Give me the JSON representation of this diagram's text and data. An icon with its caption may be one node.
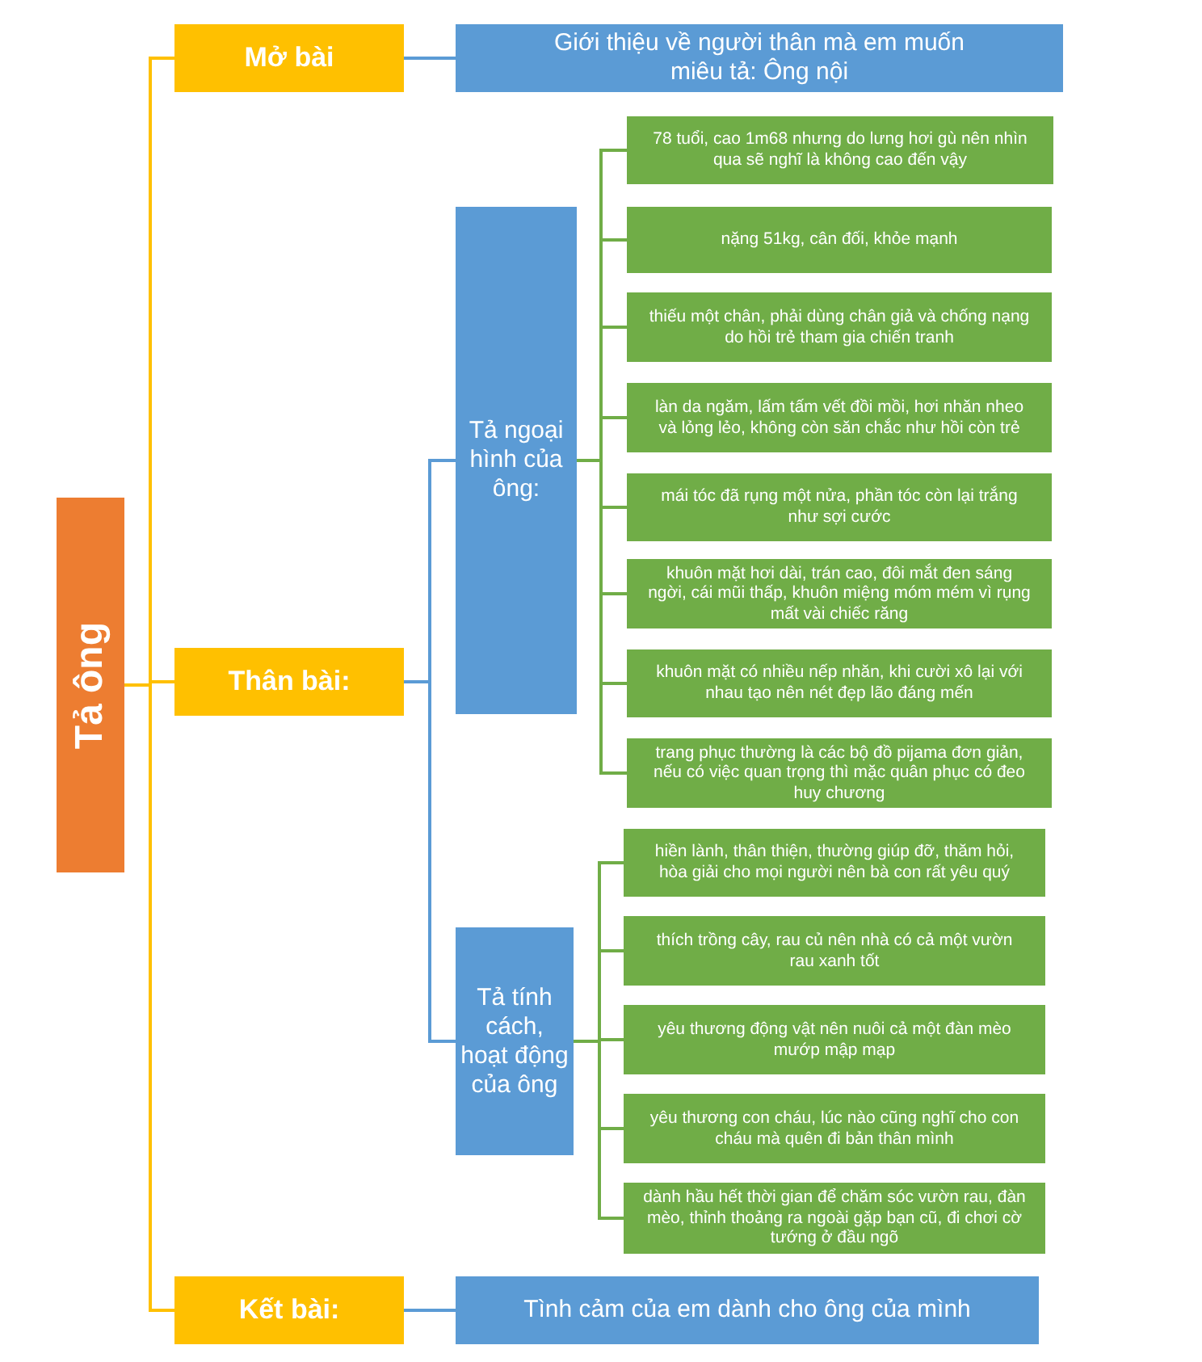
{
  "diagram": {
    "nodes": [
      {
        "text": [
          "Tả ông"
        ]
      },
      {
        "text": [
          "Mở bài"
        ]
      },
      {
        "text": [
          "Giới thiệu về người thân mà em muốn miêu tả: Ông nội"
        ]
      },
      {
        "text": [
          "Thân bài:"
        ]
      },
      {
        "text": [
          "Tả ngoại hình của ông:"
        ]
      },
      {
        "text": [
          "78 tuổi, cao 1m68 nhưng do lưng hơi gù nên nhìn qua sẽ nghĩ là không cao đến vậy"
        ]
      },
      {
        "text": [
          "nặng 51kg, cân đối, khỏe mạnh"
        ]
      },
      {
        "text": [
          "thiếu một chân, phải dùng chân giả và chống nạng do hồi trẻ tham gia chiến tranh"
        ]
      },
      {
        "text": [
          "làn da ngăm, lấm tấm vết đồi mồi, hơi nhăn nheo và lỏng lẻo, không còn săn chắc như hồi còn trẻ"
        ]
      },
      {
        "text": [
          "mái tóc đã rụng một nửa, phần tóc còn lại trắng như sợi cước"
        ]
      },
      {
        "text": [
          "khuôn mặt hơi dài, trán cao, đôi mắt đen sáng ngời, cái mũi thấp, khuôn miệng móm mém vì rụng mất vài chiếc răng"
        ]
      },
      {
        "text": [
          "khuôn mặt có nhiều nếp nhăn, khi cười xô lại với nhau tạo nên nét đẹp lão đáng mến"
        ]
      },
      {
        "text": [
          "trang phục thường là các bộ đồ pijama đơn giản, nếu có việc quan trọng thì mặc quân phục có đeo huy chương"
        ]
      },
      {
        "text": [
          "Tả tính cách, hoạt động của ông"
        ]
      },
      {
        "text": [
          "hiền lành, thân thiện, thường giúp đỡ, thăm hỏi, hòa giải cho mọi người nên bà con rất yêu quý"
        ]
      },
      {
        "text": [
          "thích trồng cây, rau củ nên nhà có cả một vườn rau xanh tốt"
        ]
      },
      {
        "text": [
          "yêu thương động vật nên nuôi cả một đàn mèo mướp mập mạp"
        ]
      },
      {
        "text": [
          "yêu thương con cháu, lúc nào cũng nghĩ cho con cháu mà quên đi bản thân mình"
        ]
      },
      {
        "text": [
          "dành hầu hết thời gian để chăm sóc vườn rau, đàn mèo, thỉnh thoảng ra ngoài gặp bạn cũ, đi chơi cờ tướng ở đầu ngõ"
        ]
      },
      {
        "text": [
          "Kết bài:"
        ]
      },
      {
        "text": [
          "Tình cảm của em dành cho ông của mình"
        ]
      }
    ],
    "edges": [
      {
        "from": 0,
        "to": 1,
        "arrow": "none",
        "color": "#ffc000"
      },
      {
        "from": 0,
        "to": 3,
        "arrow": "none",
        "color": "#ffc000"
      },
      {
        "from": 0,
        "to": 19,
        "arrow": "none",
        "color": "#ffc000"
      },
      {
        "from": 1,
        "to": 2,
        "arrow": "none",
        "color": "#5b9bd5"
      },
      {
        "from": 3,
        "to": 4,
        "arrow": "none",
        "color": "#5b9bd5"
      },
      {
        "from": 3,
        "to": 13,
        "arrow": "none",
        "color": "#5b9bd5"
      },
      {
        "from": 4,
        "to": 5,
        "arrow": "none"
      },
      {
        "from": 4,
        "to": 6,
        "arrow": "none"
      },
      {
        "from": 4,
        "to": 7,
        "arrow": "none"
      },
      {
        "from": 4,
        "to": 8,
        "arrow": "none"
      },
      {
        "from": 4,
        "to": 9,
        "arrow": "none"
      },
      {
        "from": 4,
        "to": 10,
        "arrow": "none"
      },
      {
        "from": 4,
        "to": 11,
        "arrow": "none"
      },
      {
        "from": 4,
        "to": 12,
        "arrow": "none"
      },
      {
        "from": 13,
        "to": 14,
        "arrow": "none"
      },
      {
        "from": 13,
        "to": 15,
        "arrow": "none"
      },
      {
        "from": 13,
        "to": 16,
        "arrow": "none"
      },
      {
        "from": 13,
        "to": 17,
        "arrow": "none"
      },
      {
        "from": 13,
        "to": 18,
        "arrow": "none"
      },
      {
        "from": 19,
        "to": 20,
        "arrow": "none",
        "color": "#5b9bd5"
      }
    ]
  }
}
